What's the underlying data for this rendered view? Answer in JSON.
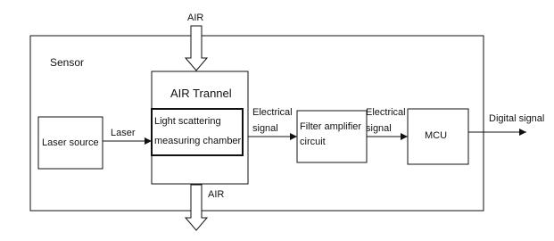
{
  "diagram": {
    "sensor_label": "Sensor",
    "air_in_label": "AIR",
    "air_out_label": "AIR",
    "air_channel_label": "AIR Trannel",
    "laser_source_label": "Laser source",
    "laser_label": "Laser",
    "chamber_line1": "Light scattering",
    "chamber_line2": "measuring chamber",
    "electrical_signal_1_line1": "Electrical",
    "electrical_signal_1_line2": "signal",
    "filter_line1": "Filter amplifier",
    "filter_line2": "circuit",
    "electrical_signal_2_line1": "Electrical",
    "electrical_signal_2_line2": "signal",
    "mcu_label": "MCU",
    "digital_signal_label": "Digital signal"
  }
}
